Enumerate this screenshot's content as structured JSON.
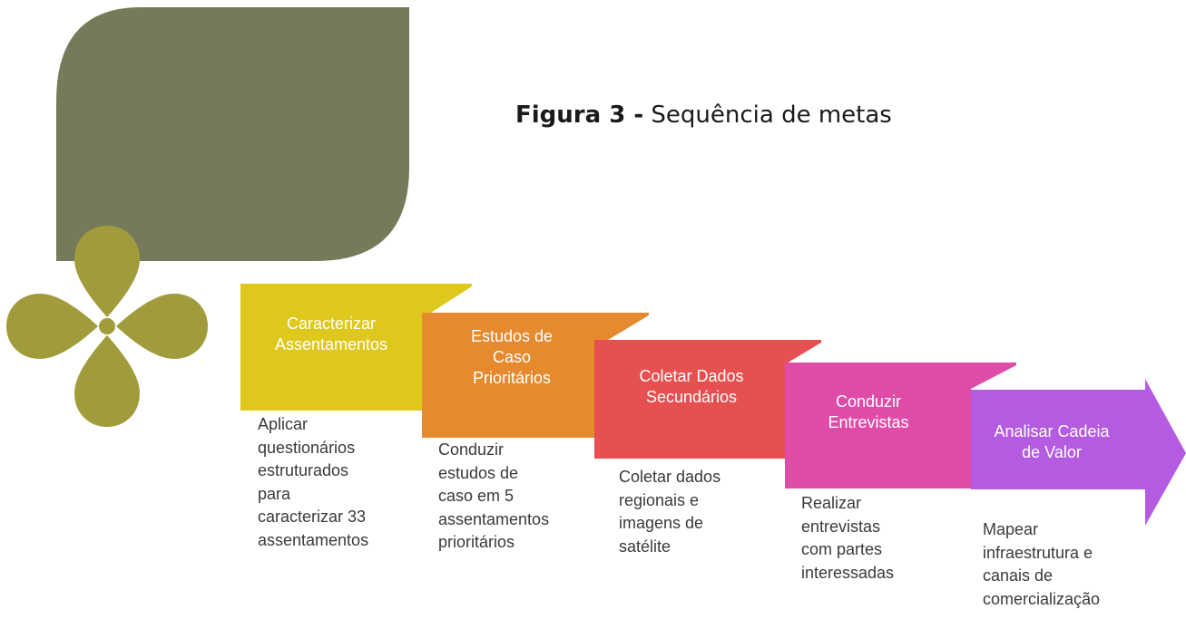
{
  "figure": {
    "label": "Figura 3 -",
    "title": "Sequência de metas"
  },
  "colors": {
    "leaf": "#76795a",
    "clover": "#a19c3b",
    "step_1": "#dec81b",
    "step_2": "#e58a2f",
    "step_3": "#e65050",
    "step_4": "#de4ca8",
    "step_5": "#b45be2"
  },
  "steps": [
    {
      "label": "Caracterizar\nAssentamentos",
      "description": "Aplicar\nquestionários\nestruturados\npara\ncaracterizar 33\nassentamentos"
    },
    {
      "label": "Estudos de\nCaso\nPrioritários",
      "description": "Conduzir\nestudos de\ncaso em 5\nassentamentos\nprioritários"
    },
    {
      "label": "Coletar Dados\nSecundários",
      "description": "Coletar dados\nregionais e\nimagens de\nsatélite"
    },
    {
      "label": "Conduzir\nEntrevistas",
      "description": "Realizar\nentrevistas\ncom partes\ninteressadas"
    },
    {
      "label": "Analisar Cadeia\nde Valor",
      "description": "Mapear\ninfraestrutura e\ncanais de\ncomercialização"
    }
  ]
}
